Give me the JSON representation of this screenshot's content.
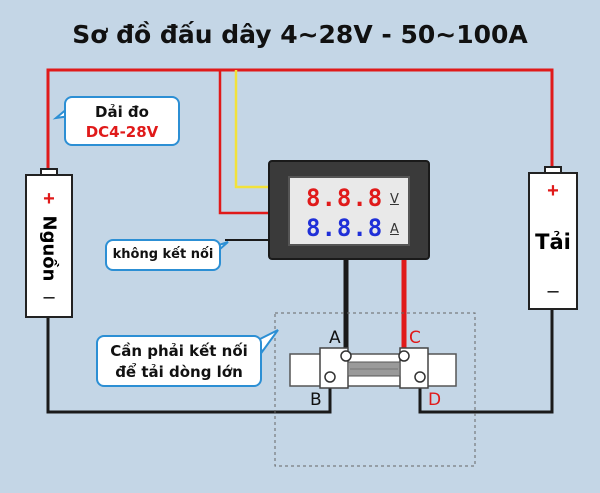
{
  "title": "Sơ đồ đấu dây 4~28V - 50~100A",
  "callouts": {
    "range_label": "Dải đo",
    "range_value": "DC4-28V",
    "not_connected": "không kết nối",
    "must_connect_line1": "Cần phải kết nối",
    "must_connect_line2": "để tải dòng lớn"
  },
  "source": {
    "label": "Nguồn",
    "plus": "+",
    "minus": "–"
  },
  "load": {
    "label": "Tải",
    "plus": "+",
    "minus": "–"
  },
  "meter": {
    "voltage_digits": "8.8.8",
    "voltage_unit": "V",
    "current_digits": "8.8.8",
    "current_unit": "A"
  },
  "shunt_terminals": [
    "A",
    "B",
    "C",
    "D"
  ],
  "colors": {
    "red_wire": "#e01a1a",
    "black_wire": "#1a1a1a",
    "yellow_wire": "#f2e23a",
    "voltage_digits": "#e01a1a",
    "current_digits": "#1f2fd8",
    "bubble_border": "#2c8fd4",
    "background": "#c4d6e6"
  }
}
